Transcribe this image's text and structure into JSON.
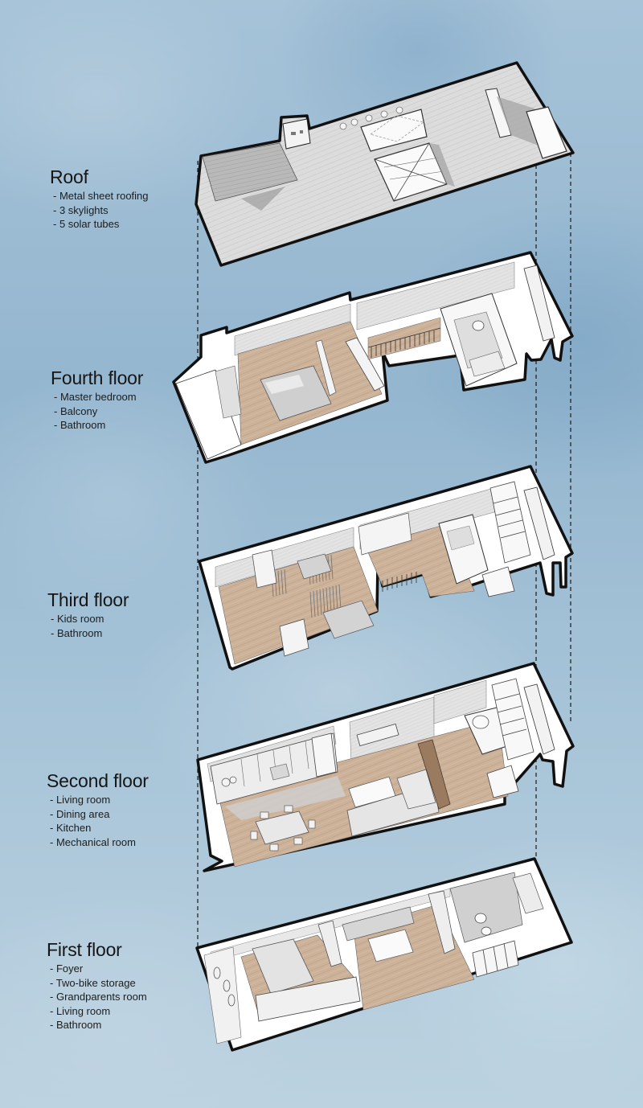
{
  "diagram": {
    "type": "exploded-axonometric-floor-plan",
    "colors": {
      "background": "#a3c1d6",
      "outline": "#111111",
      "wall": "#f4f4f4",
      "wall_shade": "#d9d9d9",
      "floor_wood": "#c9ae95",
      "roof": "#d8d8d8",
      "guide_line": "#1a1a1a"
    }
  },
  "floors": [
    {
      "title": "Roof",
      "items": [
        "Metal sheet roofing",
        "3 skylights",
        "5 solar tubes"
      ]
    },
    {
      "title": "Fourth floor",
      "items": [
        "Master bedroom",
        "Balcony",
        "Bathroom"
      ]
    },
    {
      "title": "Third floor",
      "items": [
        "Kids room",
        "Bathroom"
      ]
    },
    {
      "title": "Second floor",
      "items": [
        "Living room",
        "Dining area",
        "Kitchen",
        "Mechanical room"
      ]
    },
    {
      "title": "First floor",
      "items": [
        "Foyer",
        "Two-bike storage",
        "Grandparents room",
        "Living room",
        "Bathroom"
      ]
    }
  ]
}
